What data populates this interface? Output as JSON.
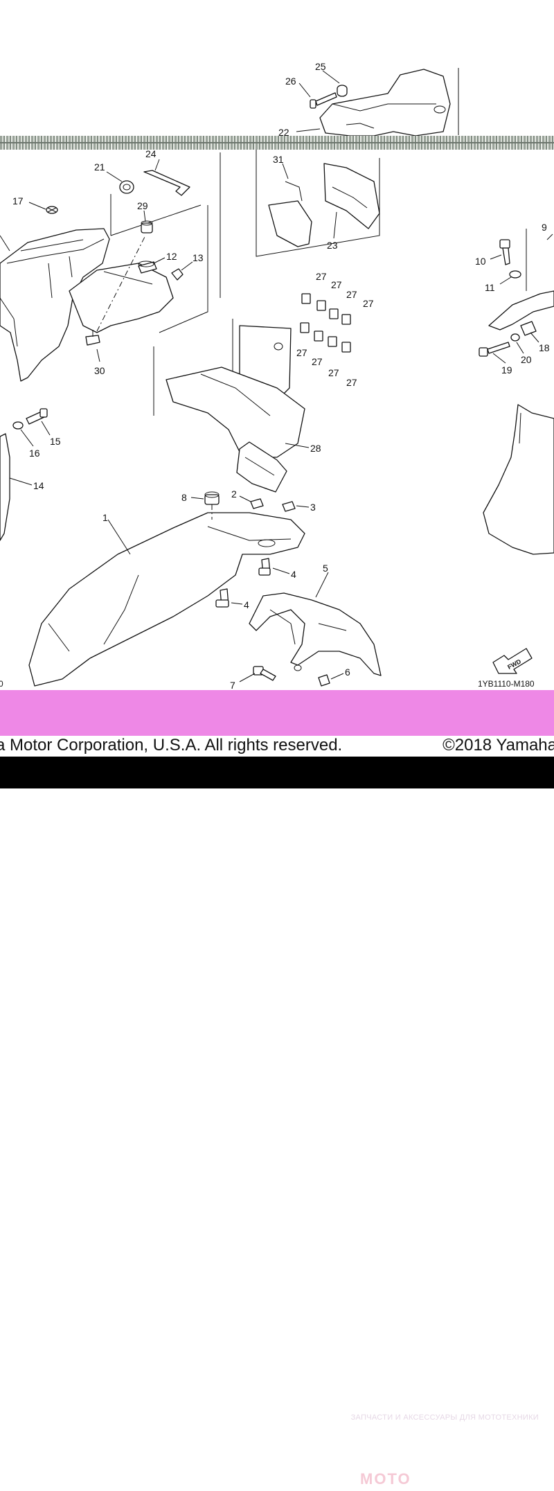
{
  "callouts": {
    "c1": "1",
    "c2": "2",
    "c3": "3",
    "c4a": "4",
    "c4b": "4",
    "c5": "5",
    "c6": "6",
    "c7": "7",
    "c8": "8",
    "c9": "9",
    "c10": "10",
    "c11": "11",
    "c12": "12",
    "c13": "13",
    "c14": "14",
    "c15": "15",
    "c16": "16",
    "c17": "17",
    "c18": "18",
    "c19": "19",
    "c20": "20",
    "c21": "21",
    "c22": "22",
    "c23": "23",
    "c24": "24",
    "c25": "25",
    "c26": "26",
    "c27a": "27",
    "c27b": "27",
    "c27c": "27",
    "c27d": "27",
    "c27e": "27",
    "c27f": "27",
    "c27g": "27",
    "c27h": "27",
    "c28": "28",
    "c29": "29",
    "c30": "30",
    "c31": "31"
  },
  "fwd_arrow_label": "FWD",
  "diagram_code": "1YB1110-M180",
  "left_edge_fragment": "0",
  "footer": {
    "left": "a Motor Corporation, U.S.A. All rights reserved.",
    "right": "©2018 Yamaha"
  },
  "watermark": "ЗАПЧАСТИ И АКСЕССУАРЫ ДЛЯ МОТОТЕХНИКИ",
  "stamp": "MOTO"
}
